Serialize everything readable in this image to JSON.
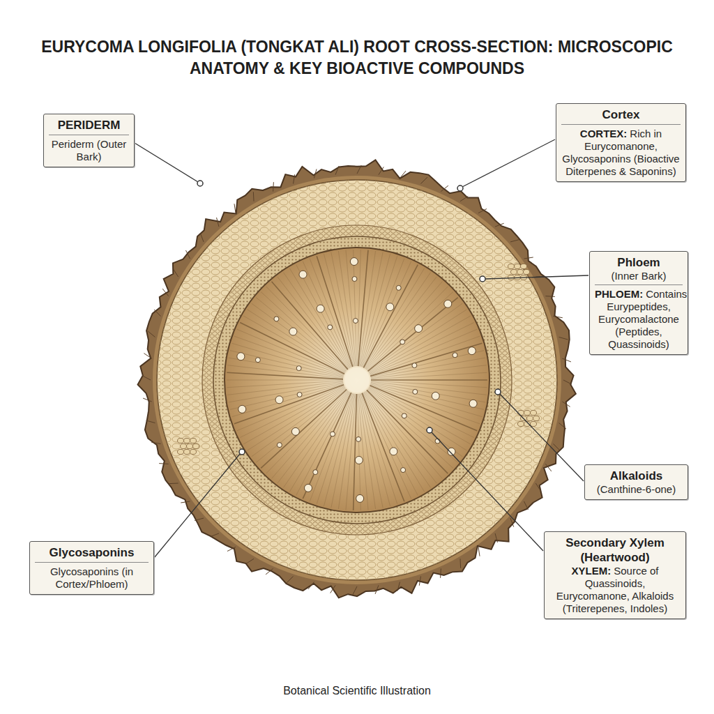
{
  "diagram": {
    "title": "EURYCOMA LONGIFOLIA (TONGKAT ALI) ROOT CROSS-SECTION: MICROSCOPIC ANATOMY & KEY BIOACTIVE COMPOUNDS",
    "caption": "Botanical Scientific Illustration",
    "nodes": [
      {
        "text": [
          "PERIDERM",
          "Periderm (Outer Bark)"
        ]
      },
      {
        "text": [
          "Cortex",
          "CORTEX:",
          "Rich in Eurycomanone, Glycosaponins (Bioactive Diterpenes & Saponins)"
        ]
      },
      {
        "text": [
          "Phloem",
          "(Inner Bark)",
          "PHLOEM:",
          "Contains Eurypeptides, Eurycomalactone (Peptides, Quassinoids)"
        ]
      },
      {
        "text": [
          "Alkaloids",
          "(Canthine-6-one)"
        ]
      },
      {
        "text": [
          "Secondary Xylem (Heartwood)",
          "XYLEM:",
          "Source of Quassinoids, Eurycomanone, Alkaloids (Triterepenes, Indoles)"
        ]
      },
      {
        "text": [
          "Glycosaponins",
          "Glycosaponins (in Cortex/Phloem)"
        ]
      }
    ]
  }
}
